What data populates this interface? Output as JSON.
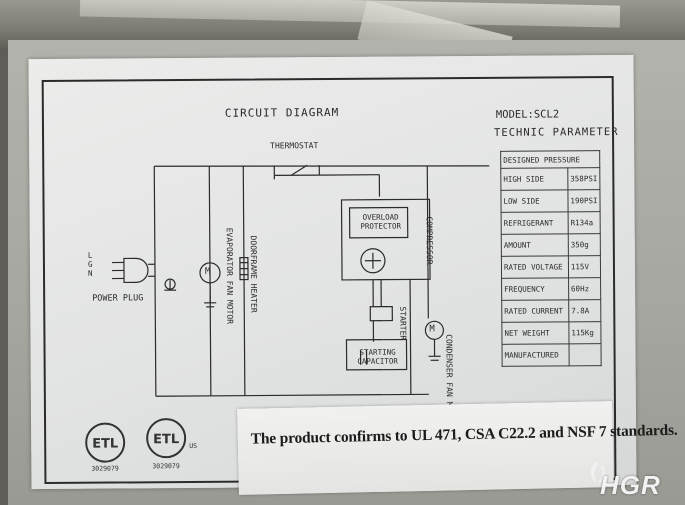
{
  "diagram": {
    "title": "CIRCUIT DIAGRAM",
    "model": "MODEL:SCL2",
    "technic": "TECHNIC  PARAMETER",
    "thermostat": "THERMOSTAT",
    "power_plug_lines": "L\nG\nN",
    "power_plug": "POWER PLUG",
    "evaporator_fan_motor": "EVAPORATOR FAN MOTOR",
    "doorframe_heater": "DOORFRAME HEATER",
    "overload_line1": "OVERLOAD",
    "overload_line2": "PROTECTOR",
    "compressor": "COMPRESSOR",
    "starter": "STARTER",
    "starting_capacitor_line1": "STARTING",
    "starting_capacitor_line2": "CAPACITOR",
    "condenser_fan_motor": "CONDENSER FAN MOTOR",
    "motor_symbol": "M"
  },
  "parameters": {
    "header": "DESIGNED PRESSURE",
    "rows": [
      {
        "key": "HIGH SIDE",
        "value": "358PSI"
      },
      {
        "key": "LOW SIDE",
        "value": "190PSI"
      },
      {
        "key": "REFRIGERANT",
        "value": "R134a"
      },
      {
        "key": "AMOUNT",
        "value": "350g"
      },
      {
        "key": "RATED VOLTAGE",
        "value": "115V"
      },
      {
        "key": "FREQUENCY",
        "value": "60Hz"
      },
      {
        "key": "RATED CURRENT",
        "value": "7.8A"
      },
      {
        "key": "NET WEIGHT",
        "value": "115Kg"
      },
      {
        "key": "MANUFACTURED",
        "value": ""
      }
    ]
  },
  "certifications": {
    "logo_text": "ETL",
    "cert1_number": "3029079",
    "cert2_number": "3029079",
    "cert2_us": "US"
  },
  "sticker": {
    "text": "The product confirms to UL 471, CSA C22.2 and NSF 7 standards."
  },
  "watermark": {
    "text": "HGR"
  }
}
